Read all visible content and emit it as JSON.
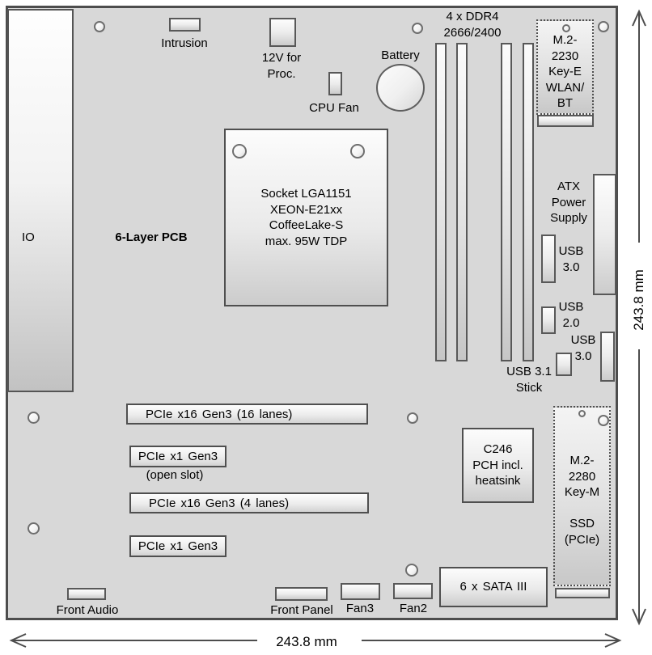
{
  "board": {
    "io_label": "IO",
    "pcb_label": "6-Layer PCB",
    "fill_color": "#d8d8d8",
    "outline_color": "#4d4d4d"
  },
  "top_row": {
    "intrusion": "Intrusion",
    "cpu_power": "12V for\nProc.",
    "cpu_fan": "CPU Fan",
    "battery": "Battery"
  },
  "memory": {
    "ddr4_label": "4 x DDR4\n2666/2400"
  },
  "wireless": {
    "m2_2230_label": "M.2-\n2230\nKey-E\nWLAN/\nBT"
  },
  "cpu": {
    "socket_label": "Socket LGA1151\nXEON-E21xx\nCoffeeLake-S\nmax. 95W TDP"
  },
  "power": {
    "atx_label": "ATX\nPower\nSupply"
  },
  "usb": {
    "usb30_a": "USB\n3.0",
    "usb20": "USB\n2.0",
    "usb30_b": "USB\n3.0",
    "usb31_stick": "USB 3.1\nStick"
  },
  "pcie": {
    "x16_16lanes": "PCIe x16 Gen3 (16 lanes)",
    "x1_a": "PCIe x1 Gen3",
    "open_slot": "(open slot)",
    "x16_4lanes": "PCIe x16 Gen3 (4 lanes)",
    "x1_b": "PCIe x1 Gen3"
  },
  "chipset": {
    "pch_label": "C246\nPCH incl.\nheatsink"
  },
  "storage": {
    "m2_2280_label": "M.2-\n2280\nKey-M\n\nSSD\n(PCIe)",
    "sata_label": "6 x SATA III"
  },
  "bottom_row": {
    "front_audio": "Front Audio",
    "front_panel": "Front Panel",
    "fan3": "Fan3",
    "fan2": "Fan2"
  },
  "dimensions": {
    "width_label": "243.8 mm",
    "height_label": "243.8 mm"
  }
}
